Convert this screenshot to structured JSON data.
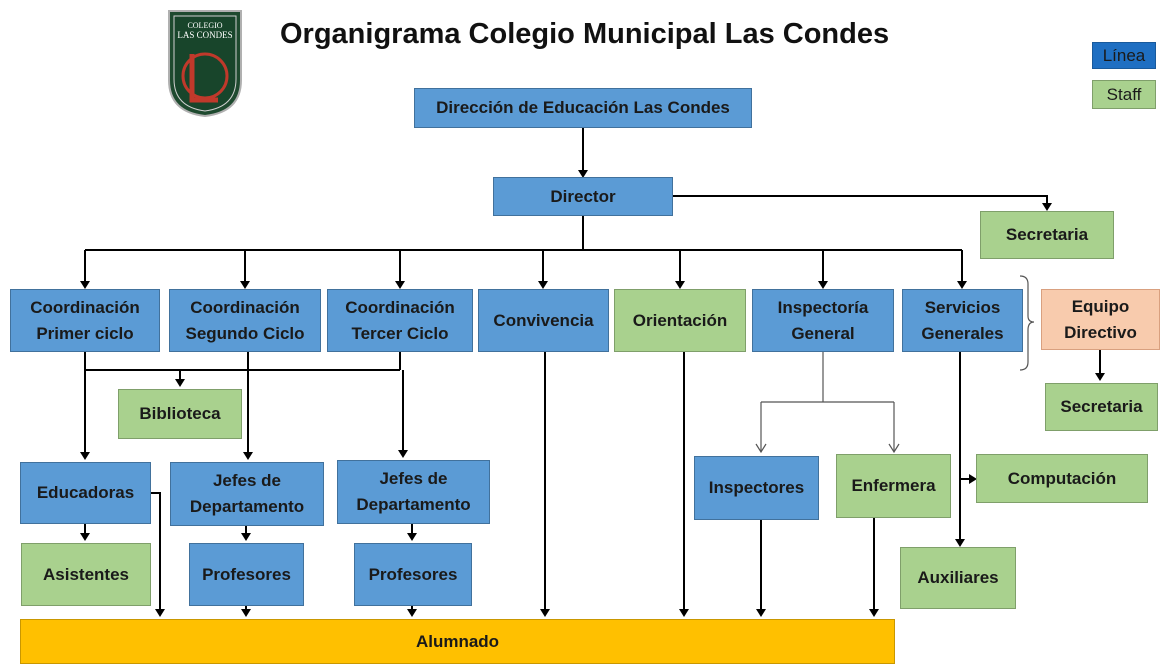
{
  "title": "Organigrama Colegio Municipal Las Condes",
  "logo": {
    "line1": "COLEGIO",
    "line2": "LAS CONDES",
    "mark": "CLC"
  },
  "legend": {
    "linea": "Línea",
    "staff": "Staff"
  },
  "colors": {
    "linea": "#5b9bd5",
    "staff": "#a9d18e",
    "equipo": "#f8cbad",
    "alumnado": "#ffc000"
  },
  "nodes": {
    "direccion": "Dirección de Educación Las Condes",
    "director": "Director",
    "secretaria_director": "Secretaria",
    "coord_primer": "Coordinación\nPrimer ciclo",
    "coord_segundo": "Coordinación\nSegundo Ciclo",
    "coord_tercer": "Coordinación\nTercer Ciclo",
    "convivencia": "Convivencia",
    "orientacion": "Orientación",
    "inspectoria": "Inspectoría\nGeneral",
    "servicios": "Servicios\nGenerales",
    "equipo": "Equipo\nDirectivo",
    "secretaria_equipo": "Secretaria",
    "biblioteca": "Biblioteca",
    "educadoras": "Educadoras",
    "jefes_1": "Jefes de\nDepartamento",
    "jefes_2": "Jefes de\nDepartamento",
    "asistentes": "Asistentes",
    "profesores_1": "Profesores",
    "profesores_2": "Profesores",
    "inspectores": "Inspectores",
    "enfermera": "Enfermera",
    "computacion": "Computación",
    "auxiliares": "Auxiliares",
    "alumnado": "Alumnado"
  }
}
